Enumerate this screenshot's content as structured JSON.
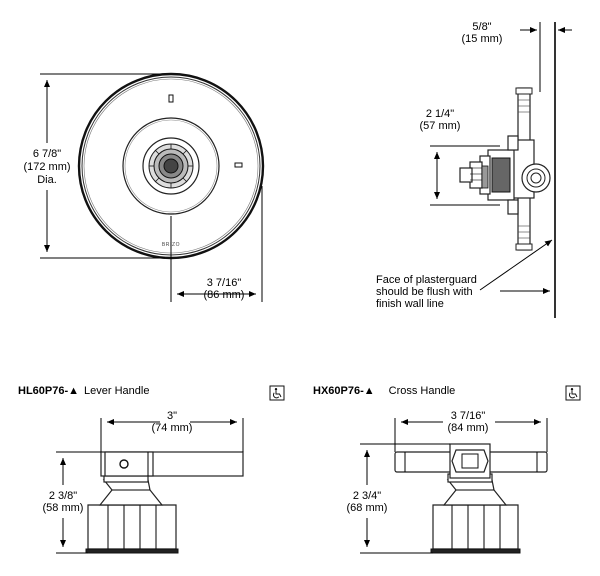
{
  "plate": {
    "brand": "BRIZO",
    "diameter": {
      "in": "6 7/8\"",
      "mm": "(172 mm)",
      "suffix": "Dia."
    },
    "projection": {
      "in": "3 7/16\"",
      "mm": "(86 mm)"
    }
  },
  "side": {
    "wall_offset": {
      "in": "5/8\"",
      "mm": "(15 mm)"
    },
    "height": {
      "in": "2 1/4\"",
      "mm": "(57 mm)"
    },
    "note": [
      "Face of plasterguard",
      "should be flush with",
      "finish wall line"
    ]
  },
  "lever": {
    "model": "HL60P76-",
    "model_symbol": "▲",
    "name": "Lever Handle",
    "width": {
      "in": "3\"",
      "mm": "(74 mm)"
    },
    "height": {
      "in": "2 3/8\"",
      "mm": "(58 mm)"
    },
    "icon": "wheelchair-accessible-icon"
  },
  "cross": {
    "model": "HX60P76-",
    "model_symbol": "▲",
    "name": "Cross Handle",
    "width": {
      "in": "3 7/16\"",
      "mm": "(84 mm)"
    },
    "height": {
      "in": "2 3/4\"",
      "mm": "(68 mm)"
    },
    "icon": "wheelchair-accessible-icon"
  }
}
